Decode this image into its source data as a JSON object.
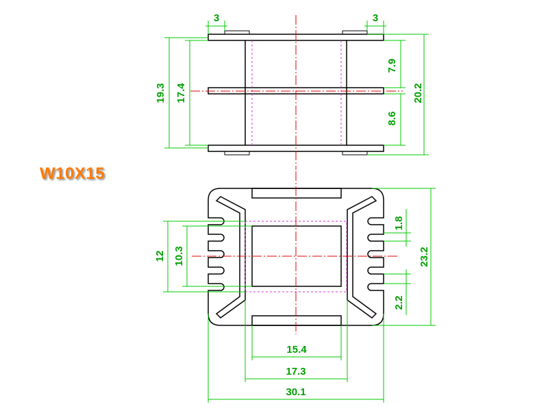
{
  "title": "W10X15",
  "colors": {
    "title": "#ff7a00",
    "dimension": "#00a000",
    "outline": "#000000",
    "centerline": "#e00000",
    "hidden": "#d633d6"
  },
  "top_view": {
    "flange_overhang_left": "3",
    "flange_overhang_right": "3",
    "height_outer": "19.3",
    "height_inner": "17.4",
    "upper_gap": "7.9",
    "lower_gap": "8.6",
    "overall_height": "20.2"
  },
  "front_view": {
    "window_height_outer": "12",
    "window_height_inner": "10.3",
    "slot_pitch": "1.8",
    "slot_depth": "2.2",
    "overall_height": "23.2",
    "window_width_inner": "15.4",
    "window_width_outer": "17.3",
    "overall_width": "30.1"
  }
}
